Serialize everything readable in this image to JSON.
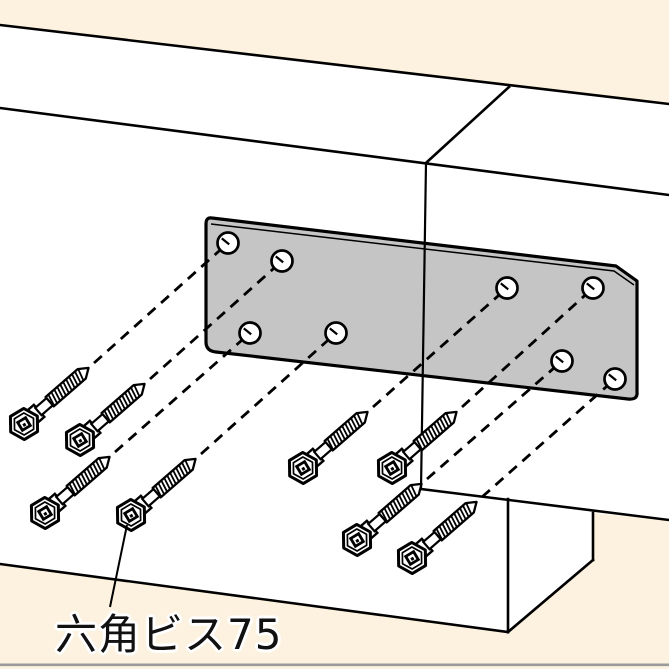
{
  "diagram": {
    "label": "六角ビス75",
    "parts": {
      "plate_hole_count": 8,
      "screw_count": 8
    },
    "colors": {
      "background": "#FCF2DF",
      "wood_face": "#FFFFFF",
      "plate": "#C5C5C5",
      "outline": "#000000",
      "bottom_rule": "#9A9A9A"
    }
  }
}
